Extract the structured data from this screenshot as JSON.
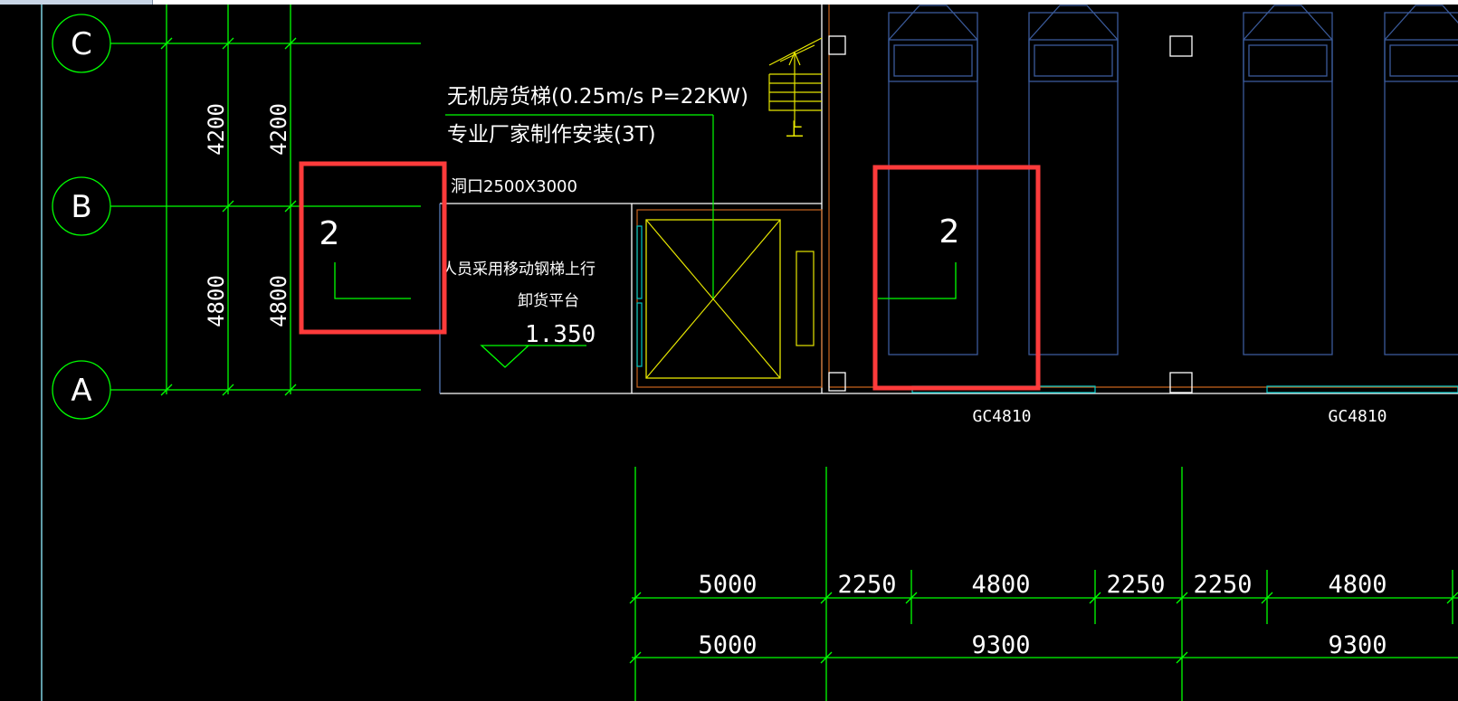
{
  "axes": [
    "C",
    "B",
    "A"
  ],
  "left_dims": {
    "upper": "4200",
    "lower": "4800"
  },
  "elevator": {
    "line1": "无机房货梯(0.25m/s P=22KW)",
    "line2": "专业厂家制作安装(3T)",
    "opening": "洞口2500X3000"
  },
  "platform": {
    "note": "人员采用移动钢梯上行",
    "name": "卸货平台",
    "level": "1.350"
  },
  "stair_up": "上",
  "markers": [
    "2",
    "2"
  ],
  "windows": [
    "GC4810",
    "GC4810"
  ],
  "dim_row1": [
    "5000",
    "2250",
    "4800",
    "2250",
    "2250",
    "4800"
  ],
  "dim_row2": [
    "5000",
    "9300",
    "9300"
  ],
  "colors": {
    "background": "#000000",
    "grid_green": "#00ff00",
    "highlight_red": "#ff3b3b",
    "text_white": "#ffffff",
    "blue_outline": "#3a5a9a",
    "yellow": "#ffff00",
    "orange": "#c8641e",
    "cyan": "#00c8c8"
  }
}
